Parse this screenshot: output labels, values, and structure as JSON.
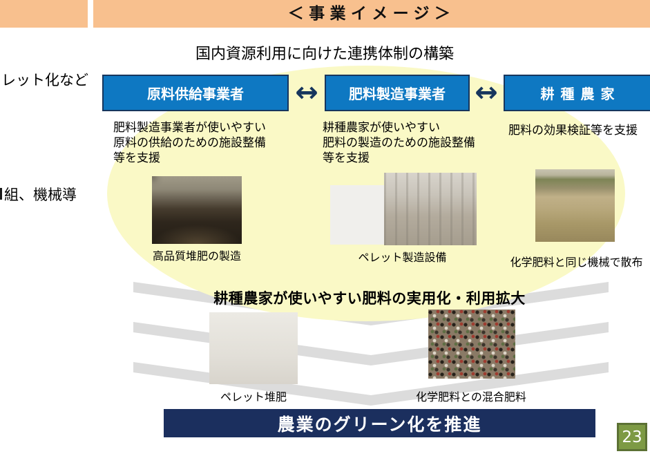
{
  "header": {
    "title": "＜事業イメージ＞"
  },
  "subtitle": "国内資源利用に向けた連携体制の構築",
  "left_margin": {
    "text_top": "レット化など",
    "text_middle": "組、機械導"
  },
  "chain": {
    "arrow_icon": "↔",
    "boxes": [
      {
        "label": "原料供給事業者",
        "description": "肥料製造事業者が使いやすい\n原料の供給のための施設整備\n等を支援"
      },
      {
        "label": "肥料製造事業者",
        "description": "耕種農家が使いやすい\n肥料の製造のための施設整備\n等を支援"
      },
      {
        "label": "耕種農家",
        "description": "肥料の効果検証等を支援"
      }
    ]
  },
  "photos": {
    "compost": {
      "caption": "高品質堆肥の製造"
    },
    "pellet_plant": {
      "caption": "ペレット製造設備"
    },
    "tractor": {
      "caption": "化学肥料と同じ機械で散布"
    },
    "pellet_compost": {
      "caption": "ペレット堆肥"
    },
    "mixed_fertilizer": {
      "caption": "化学肥料との混合肥料"
    }
  },
  "flow_text": "耕種農家が使いやすい肥料の実用化・利用拡大",
  "banner": "農業のグリーン化を推進",
  "page_number": "23",
  "colors": {
    "header_bg": "#F8C08E",
    "box_blue": "#0E78C2",
    "box_border_navy": "#17365D",
    "banner_navy": "#1B2F5E",
    "ellipse_yellow": "#FAF9C6",
    "chevron_gray": "#DCDCDC",
    "page_badge_green": "#7D9A44"
  }
}
